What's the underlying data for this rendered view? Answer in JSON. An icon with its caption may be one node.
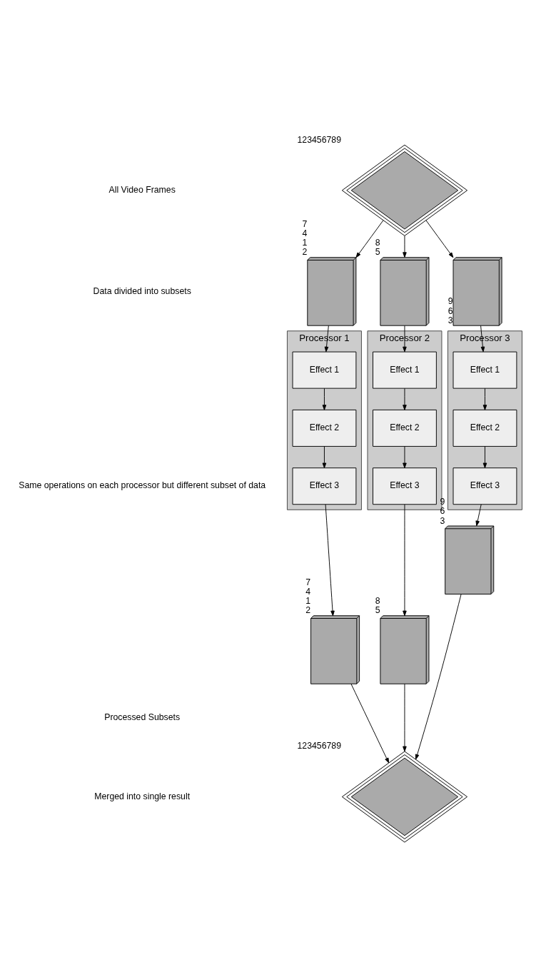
{
  "diagram": {
    "nodes": [
      {
        "text": [],
        "shape": "diamond",
        "beside": [
          "123456789"
        ]
      },
      {
        "text": [],
        "shape": "stack",
        "beside": [
          "7",
          "4",
          "1",
          "2"
        ]
      },
      {
        "text": [],
        "shape": "stack",
        "beside": [
          "8",
          "5"
        ]
      },
      {
        "text": [],
        "shape": "stack",
        "beside": [
          "9",
          "6",
          "3"
        ]
      },
      {
        "text": [
          "Processor 1"
        ]
      },
      {
        "text": [
          "Effect 1"
        ],
        "in": 4
      },
      {
        "text": [
          "Effect 2"
        ],
        "in": 4
      },
      {
        "text": [
          "Effect 3"
        ],
        "in": 4
      },
      {
        "text": [
          "Processor 2"
        ]
      },
      {
        "text": [
          "Effect 1"
        ],
        "in": 8
      },
      {
        "text": [
          "Effect 2"
        ],
        "in": 8
      },
      {
        "text": [
          "Effect 3"
        ],
        "in": 8
      },
      {
        "text": [
          "Processor 3"
        ]
      },
      {
        "text": [
          "Effect 1"
        ],
        "in": 12
      },
      {
        "text": [
          "Effect 2"
        ],
        "in": 12
      },
      {
        "text": [
          "Effect 3"
        ],
        "in": 12
      },
      {
        "text": [],
        "shape": "stack",
        "beside": [
          "7",
          "4",
          "1",
          "2"
        ]
      },
      {
        "text": [],
        "shape": "stack",
        "beside": [
          "8",
          "5"
        ]
      },
      {
        "text": [],
        "shape": "stack",
        "beside": [
          "9",
          "6",
          "3"
        ]
      },
      {
        "text": [],
        "shape": "diamond",
        "beside": [
          "123456789"
        ]
      }
    ],
    "edges": [
      {
        "from": 0,
        "to": 1,
        "arrow": "to"
      },
      {
        "from": 0,
        "to": 2,
        "arrow": "to"
      },
      {
        "from": 0,
        "to": 3,
        "arrow": "to"
      },
      {
        "from": 1,
        "to": 5,
        "arrow": "to"
      },
      {
        "from": 5,
        "to": 6,
        "arrow": "to"
      },
      {
        "from": 6,
        "to": 7,
        "arrow": "to"
      },
      {
        "from": 2,
        "to": 9,
        "arrow": "to"
      },
      {
        "from": 9,
        "to": 10,
        "arrow": "to"
      },
      {
        "from": 10,
        "to": 11,
        "arrow": "to"
      },
      {
        "from": 3,
        "to": 13,
        "arrow": "to"
      },
      {
        "from": 13,
        "to": 14,
        "arrow": "to"
      },
      {
        "from": 14,
        "to": 15,
        "arrow": "to"
      },
      {
        "from": 7,
        "to": 16,
        "arrow": "to"
      },
      {
        "from": 11,
        "to": 17,
        "arrow": "to"
      },
      {
        "from": 15,
        "to": 18,
        "arrow": "to"
      },
      {
        "from": 16,
        "to": 19,
        "arrow": "to"
      },
      {
        "from": 17,
        "to": 19,
        "arrow": "to"
      },
      {
        "from": 18,
        "to": 19,
        "arrow": "to"
      }
    ],
    "labels": [
      "All Video Frames",
      "Data divided into subsets",
      "Same operations on each processor but different subset of data",
      "Processed Subsets",
      "Merged into single result"
    ]
  }
}
